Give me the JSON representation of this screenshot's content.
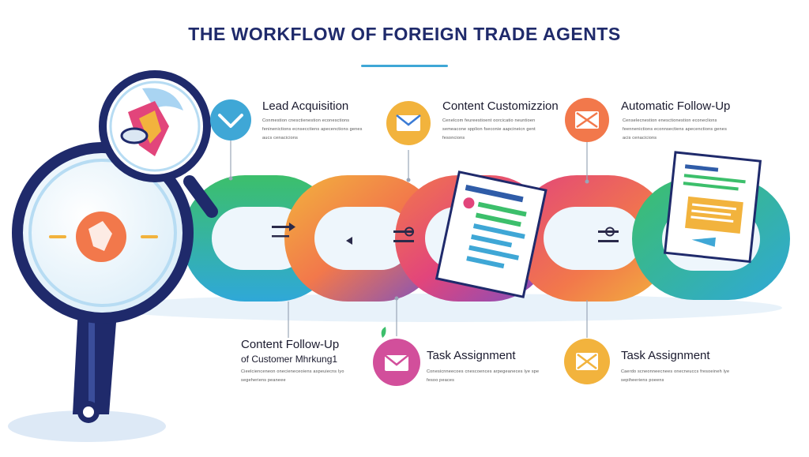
{
  "title": "THE WORKFLOW OF FOREIGN TRADE AGENTS",
  "colors": {
    "navy": "#1f2a6b",
    "teal": "#3fa7d6",
    "green": "#3cbf6b",
    "orange": "#f2784b",
    "pink": "#e2457b",
    "purple": "#7a4fc4",
    "yellow": "#f2b33d"
  },
  "steps": [
    {
      "id": "lead-acquisition",
      "title": "Lead Acquisition",
      "icon": "chevron-down-icon",
      "text": "Conmestion cnesctienestion econesctions feninenictions ecnsecctiens apecenctions genes aucs cenacicions"
    },
    {
      "id": "content-customization",
      "title": "Content Customizzion",
      "icon": "envelope-icon",
      "text": "Cenelcom feureestioent oorcicatio neuntioen semeacone spplion fseconie aapcineicn gent fesoncions"
    },
    {
      "id": "automatic-follow-up",
      "title": "Automatic Follow-Up",
      "icon": "envelope-x-icon",
      "text": "Censelecnestion enesctionestion econeclions feennenictions econnsectiens apecenctions genes acis cenacicions"
    },
    {
      "id": "content-follow-up",
      "title": "Content Follow-Up",
      "subtitle": "of Customer Mhrkung1",
      "icon": "",
      "text": "Cieelcienceneon onecieneceoiens aspeuiecns lyo segeheriens peaneee"
    },
    {
      "id": "task-assignment-1",
      "title": "Task Assignment",
      "icon": "envelope-open-icon",
      "text": "Conesicnneecoes cnescoences arpegeaneces lye spe fesoo peaces"
    },
    {
      "id": "task-assignment-2",
      "title": "Task Assignment",
      "icon": "envelope-x-icon",
      "text": "Caerdo scneonneecnees onecneuccs fresoeineh lye sepiheeriens poeens"
    }
  ]
}
